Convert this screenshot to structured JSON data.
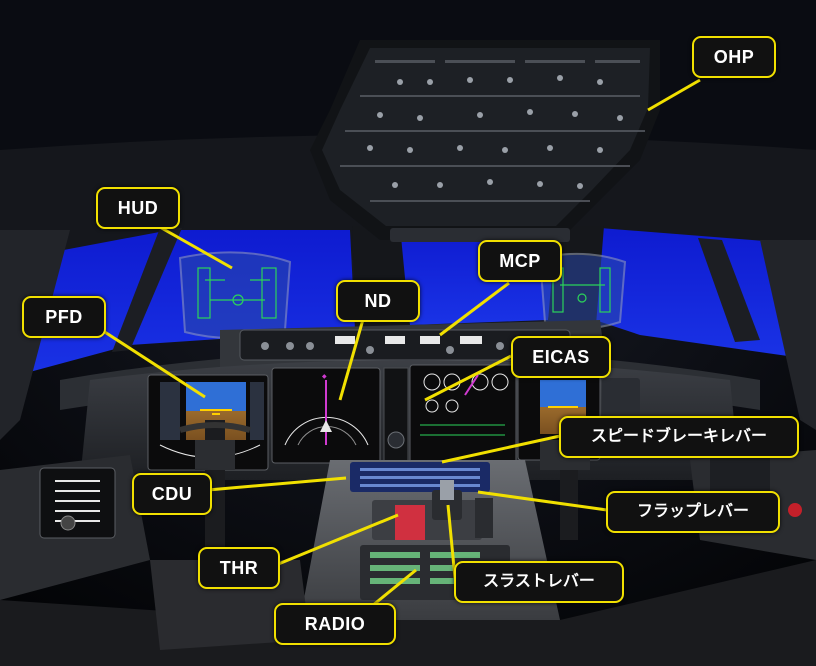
{
  "labels": {
    "ohp": "OHP",
    "hud": "HUD",
    "mcp": "MCP",
    "nd": "ND",
    "pfd": "PFD",
    "eicas": "EICAS",
    "speedbrake": "スピードブレーキレバー",
    "cdu": "CDU",
    "flap": "フラップレバー",
    "thr": "THR",
    "thrust": "スラストレバー",
    "radio": "RADIO"
  },
  "colors": {
    "callout_border": "#f1e000",
    "leader_line": "#f1e000",
    "callout_fill": "#111111",
    "callout_text": "#ffffff",
    "sky": "#1426d8",
    "display_green": "#2bd35a",
    "pfd_sky": "#2f6fd6",
    "pfd_ground": "#9a6a2c"
  }
}
